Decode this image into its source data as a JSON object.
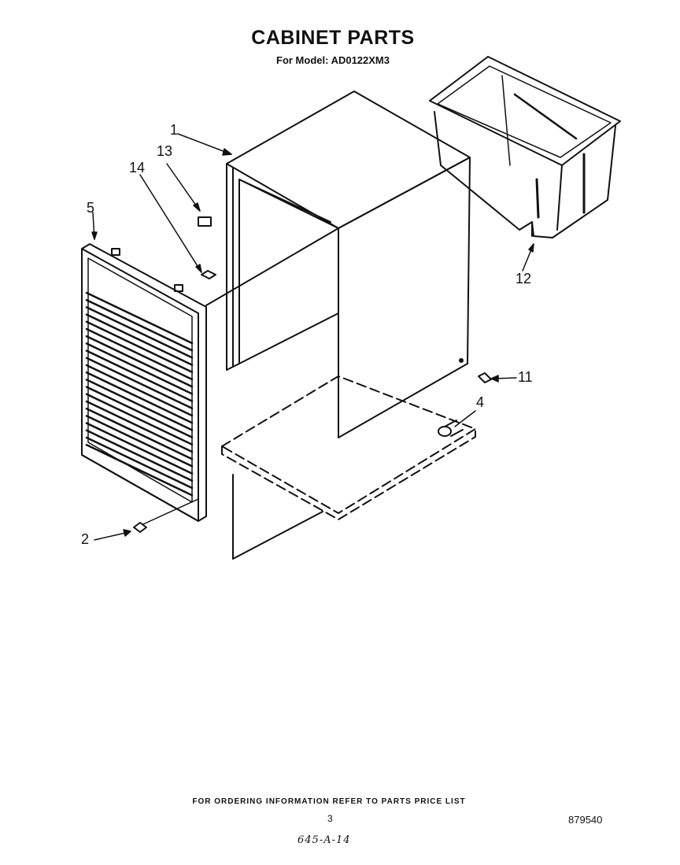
{
  "header": {
    "title": "CABINET PARTS",
    "subtitle": "For Model: AD0122XM3"
  },
  "callouts": [
    {
      "id": "c1",
      "label": "1"
    },
    {
      "id": "c13",
      "label": "13"
    },
    {
      "id": "c14",
      "label": "14"
    },
    {
      "id": "c5",
      "label": "5"
    },
    {
      "id": "c12",
      "label": "12"
    },
    {
      "id": "c11",
      "label": "11"
    },
    {
      "id": "c4",
      "label": "4"
    },
    {
      "id": "c2",
      "label": "2"
    }
  ],
  "footer": {
    "ordering_note": "FOR ORDERING INFORMATION REFER TO PARTS PRICE LIST",
    "page_number": "3",
    "document_number": "879540",
    "handwritten_code": "645-A-14"
  }
}
